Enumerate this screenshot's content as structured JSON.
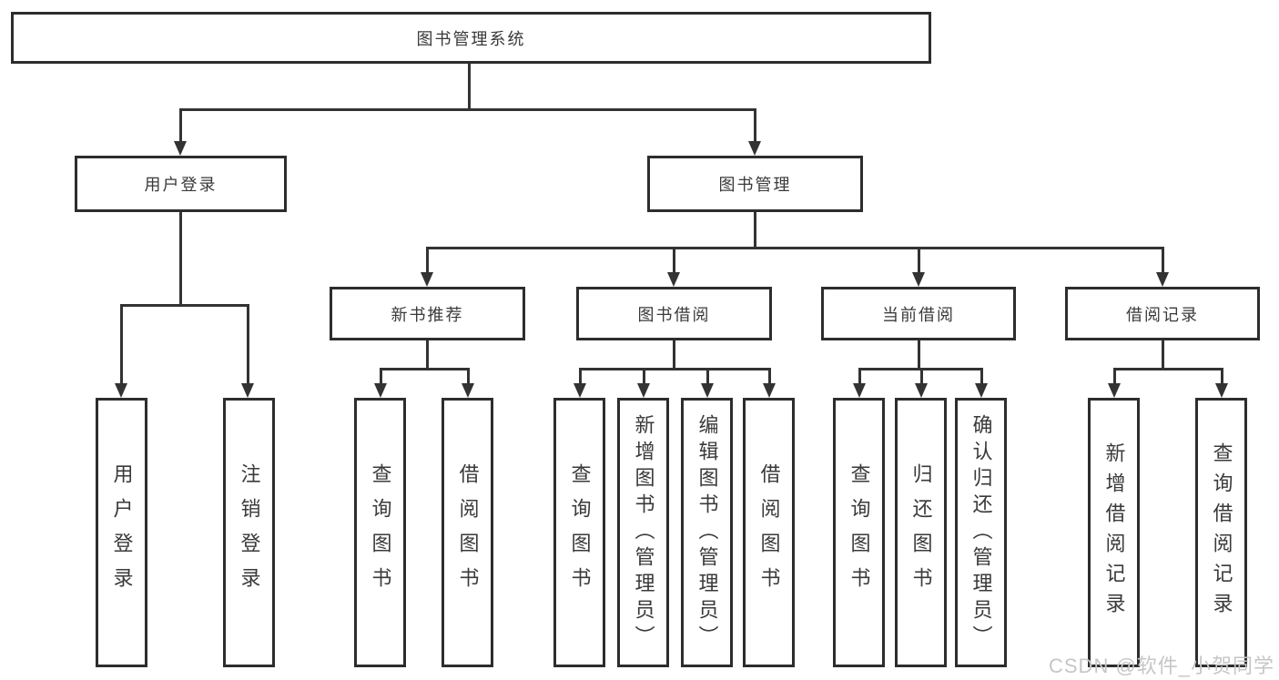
{
  "diagram": {
    "root": "图书管理系统",
    "level2": [
      "用户登录",
      "图书管理"
    ],
    "level3": [
      "新书推荐",
      "图书借阅",
      "当前借阅",
      "借阅记录"
    ],
    "leaves": [
      "用户登录",
      "注销登录",
      "查询图书",
      "借阅图书",
      "查询图书",
      "新增图书（管理员）",
      "编辑图书（管理员）",
      "借阅图书",
      "查询图书",
      "归还图书",
      "确认归还（管理员）",
      "新增借阅记录",
      "查询借阅记录"
    ]
  },
  "watermark": "CSDN @软件_小贺同学",
  "colors": {
    "line": "#333333",
    "border": "#2d2d2d",
    "text": "#3a3a3a",
    "background": "#ffffff",
    "watermark": "#c6c6c6"
  }
}
